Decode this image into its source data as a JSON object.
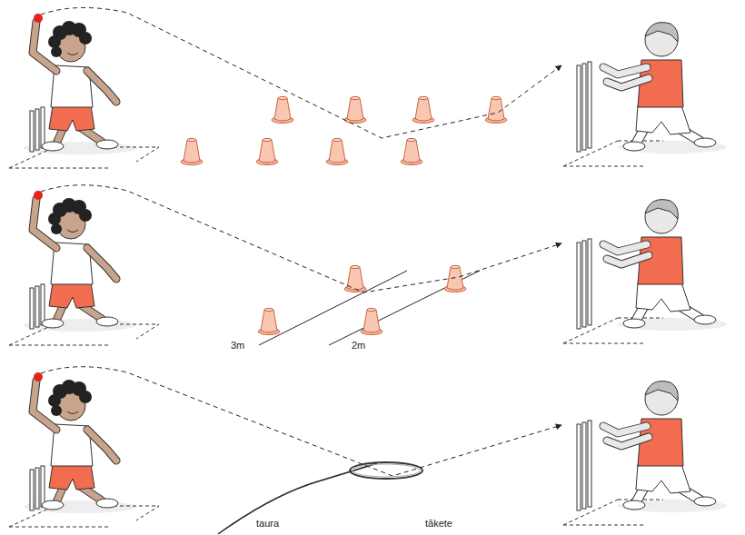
{
  "diagram": {
    "labels": [
      "3m",
      "2m",
      "taura",
      "tākete"
    ]
  }
}
